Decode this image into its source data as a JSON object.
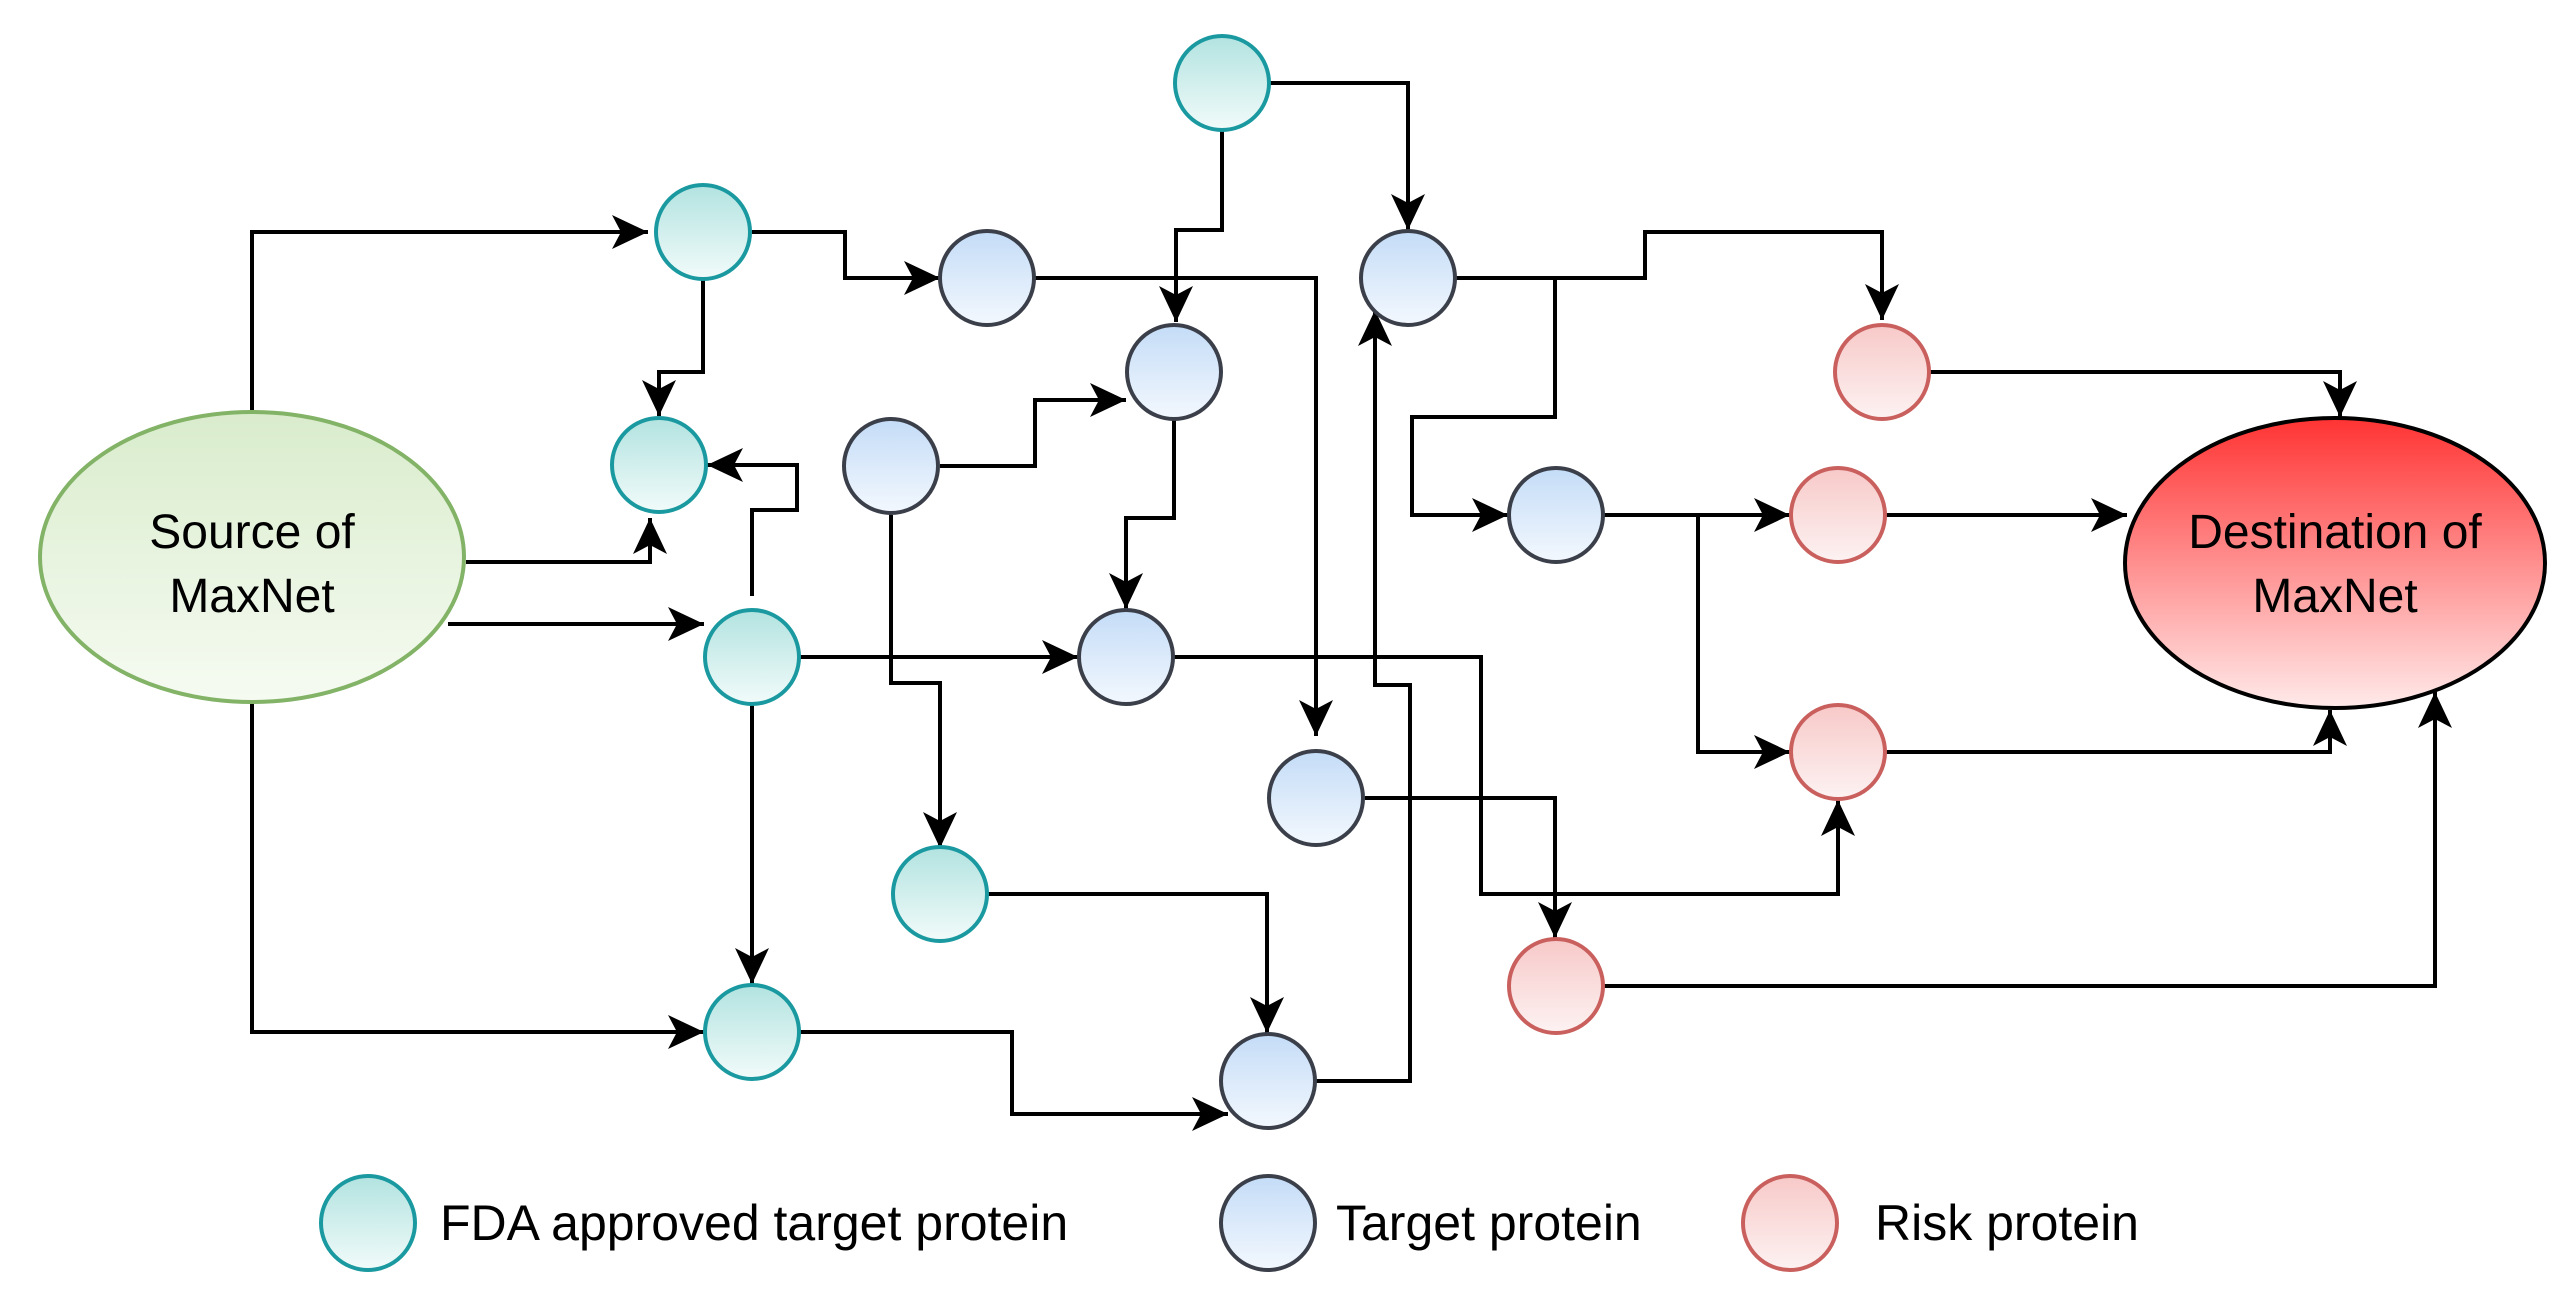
{
  "source": {
    "line1": "Source of",
    "line2": "MaxNet"
  },
  "destination": {
    "line1": "Destination of",
    "line2": "MaxNet"
  },
  "legend": [
    {
      "label": "FDA approved target protein",
      "kind": "fda"
    },
    {
      "label": "Target protein",
      "kind": "target"
    },
    {
      "label": "Risk protein",
      "kind": "risk"
    }
  ],
  "colors": {
    "fda_stroke": "#1a9aa0",
    "target_stroke": "#3a3f4a",
    "risk_stroke": "#c9605e",
    "source_stroke": "#82b366",
    "destination_stroke": "#000000",
    "destination_fill_top": "#ff3333",
    "destination_fill_bottom": "#ffeaea"
  }
}
